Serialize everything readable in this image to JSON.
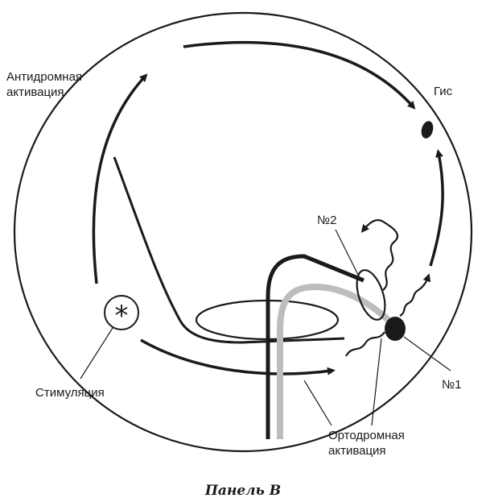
{
  "labels": {
    "antidromic_line1": "Антидромная",
    "antidromic_line2": "активация",
    "his": "Гис",
    "pathway_2": "№2",
    "pathway_1": "№1",
    "stimulation": "Стимуляция",
    "orthodromic_line1": "Ортодромная",
    "orthodromic_line2": "активация"
  },
  "caption": "Панель В",
  "icons": {
    "stimulation_symbol": "*"
  },
  "colors": {
    "ink": "#1a1a1a",
    "catheter_gray": "#bdbdbd",
    "background": "#ffffff"
  }
}
